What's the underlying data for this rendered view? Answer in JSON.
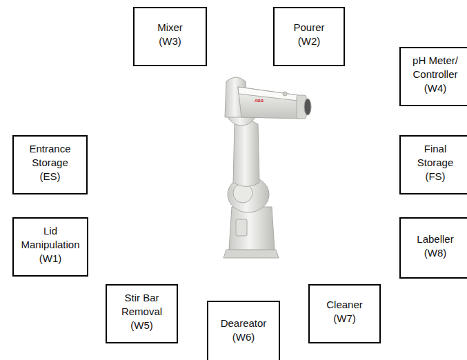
{
  "diagram": {
    "nodes": [
      {
        "text": [
          "Mixer (W3)"
        ]
      },
      {
        "text": [
          "Pourer (W2)"
        ]
      },
      {
        "text": [
          "pH Meter/ Controller (W4)"
        ]
      },
      {
        "text": [
          "Entrance Storage (ES)"
        ]
      },
      {
        "text": [
          "Final Storage (FS)"
        ]
      },
      {
        "text": [
          "Lid Manipulation (W1)"
        ]
      },
      {
        "text": [
          "Labeller (W8)"
        ]
      },
      {
        "text": [
          "Stir Bar Removal (W5)"
        ]
      },
      {
        "text": [
          "Cleaner (W7)"
        ]
      },
      {
        "text": [
          "Deareator (W6)"
        ]
      }
    ],
    "labels": [
      "ABB"
    ]
  }
}
